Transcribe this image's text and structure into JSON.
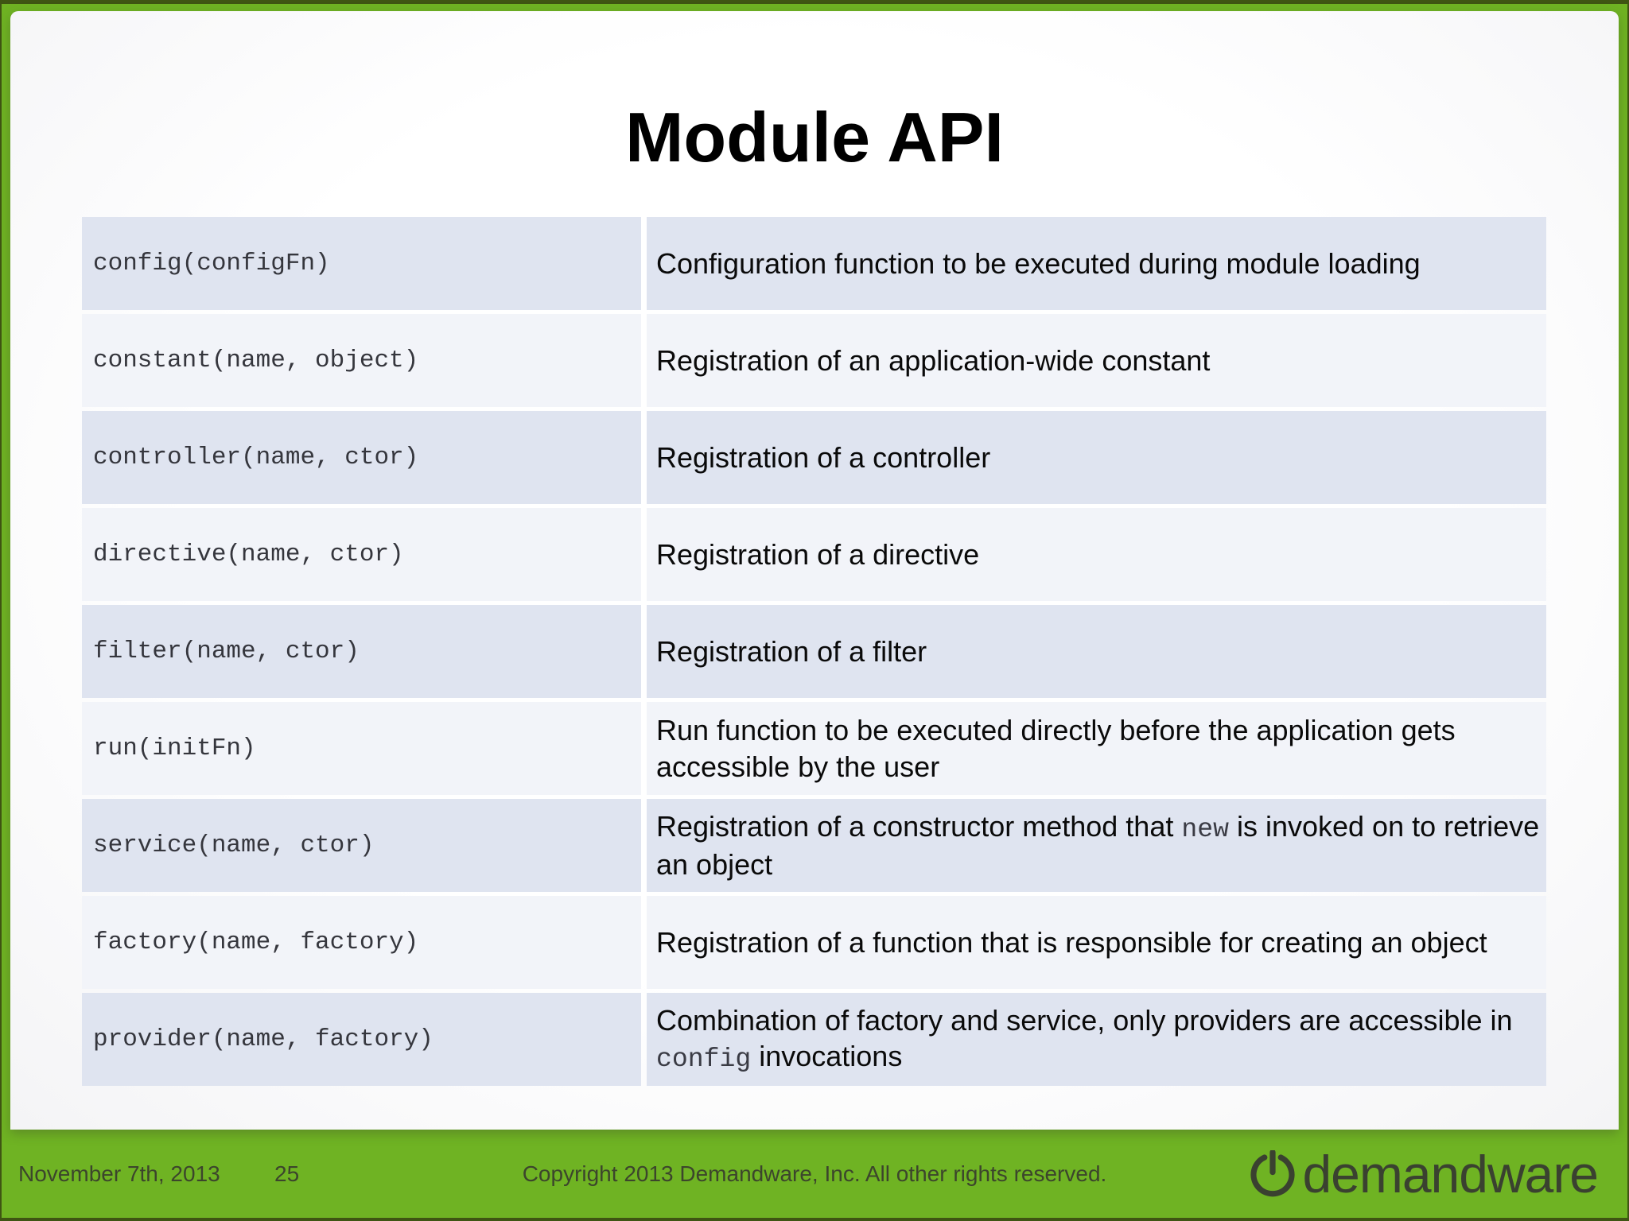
{
  "title": "Module API",
  "table": {
    "rows": [
      {
        "code": "config(configFn)",
        "desc": "Configuration function to be executed during module loading"
      },
      {
        "code": "constant(name, object)",
        "desc": "Registration of an application-wide constant"
      },
      {
        "code": "controller(name, ctor)",
        "desc": "Registration of a controller"
      },
      {
        "code": "directive(name, ctor)",
        "desc": "Registration of a directive"
      },
      {
        "code": "filter(name, ctor)",
        "desc": "Registration of a filter"
      },
      {
        "code": "run(initFn)",
        "desc": "Run function to be executed directly before the application gets accessible by the user"
      },
      {
        "code": "service(name, ctor)",
        "desc_pre": "Registration of a constructor method that ",
        "desc_code": "new",
        "desc_post": " is invoked on to retrieve an object"
      },
      {
        "code": "factory(name, factory)",
        "desc": "Registration of a function that is responsible for creating an object"
      },
      {
        "code": "provider(name, factory)",
        "desc_pre": "Combination of factory and service, only providers are accessible in ",
        "desc_code": "config",
        "desc_post": " invocations"
      }
    ]
  },
  "footer": {
    "date": "November 7th, 2013",
    "page_number": "25",
    "copyright": "Copyright 2013 Demandware, Inc. All other rights reserved.",
    "logo_icon": "power-icon",
    "logo_text": "demandware"
  },
  "colors": {
    "border_green": "#6fb323",
    "footer_green": "#6fb323",
    "row_dark": "#dfe4f0",
    "row_light": "#f2f4f9",
    "footer_text": "#3c452c",
    "logo_color": "#3a4130"
  }
}
